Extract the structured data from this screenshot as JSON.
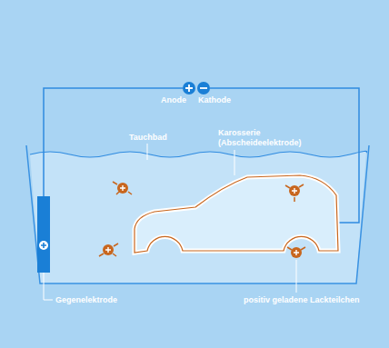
{
  "diagram": {
    "labels": [
      "Anode",
      "Kathode",
      "Tauchbad",
      "Karosserie (Abscheideelektrode)",
      "Gegenelektrode",
      "positiv geladene Lackteilchen"
    ]
  }
}
